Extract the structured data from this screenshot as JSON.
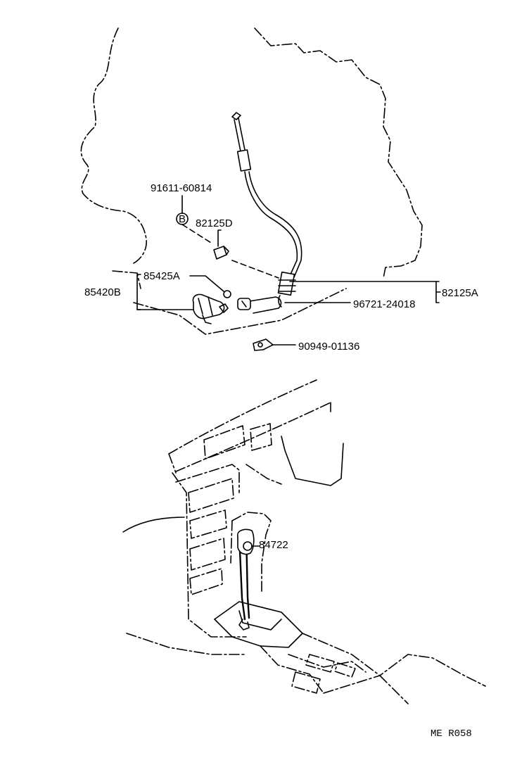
{
  "top_labels": {
    "bolt": "91611-60814",
    "bolt_symbol": "B",
    "bracket": "82125D",
    "connector": "85425A",
    "assembly": "85420B",
    "harness": "82125A",
    "grommet": "96721-24018",
    "clamp": "90949-01136"
  },
  "bottom_labels": {
    "switch": "84722"
  },
  "footer_code": "ME  R058"
}
